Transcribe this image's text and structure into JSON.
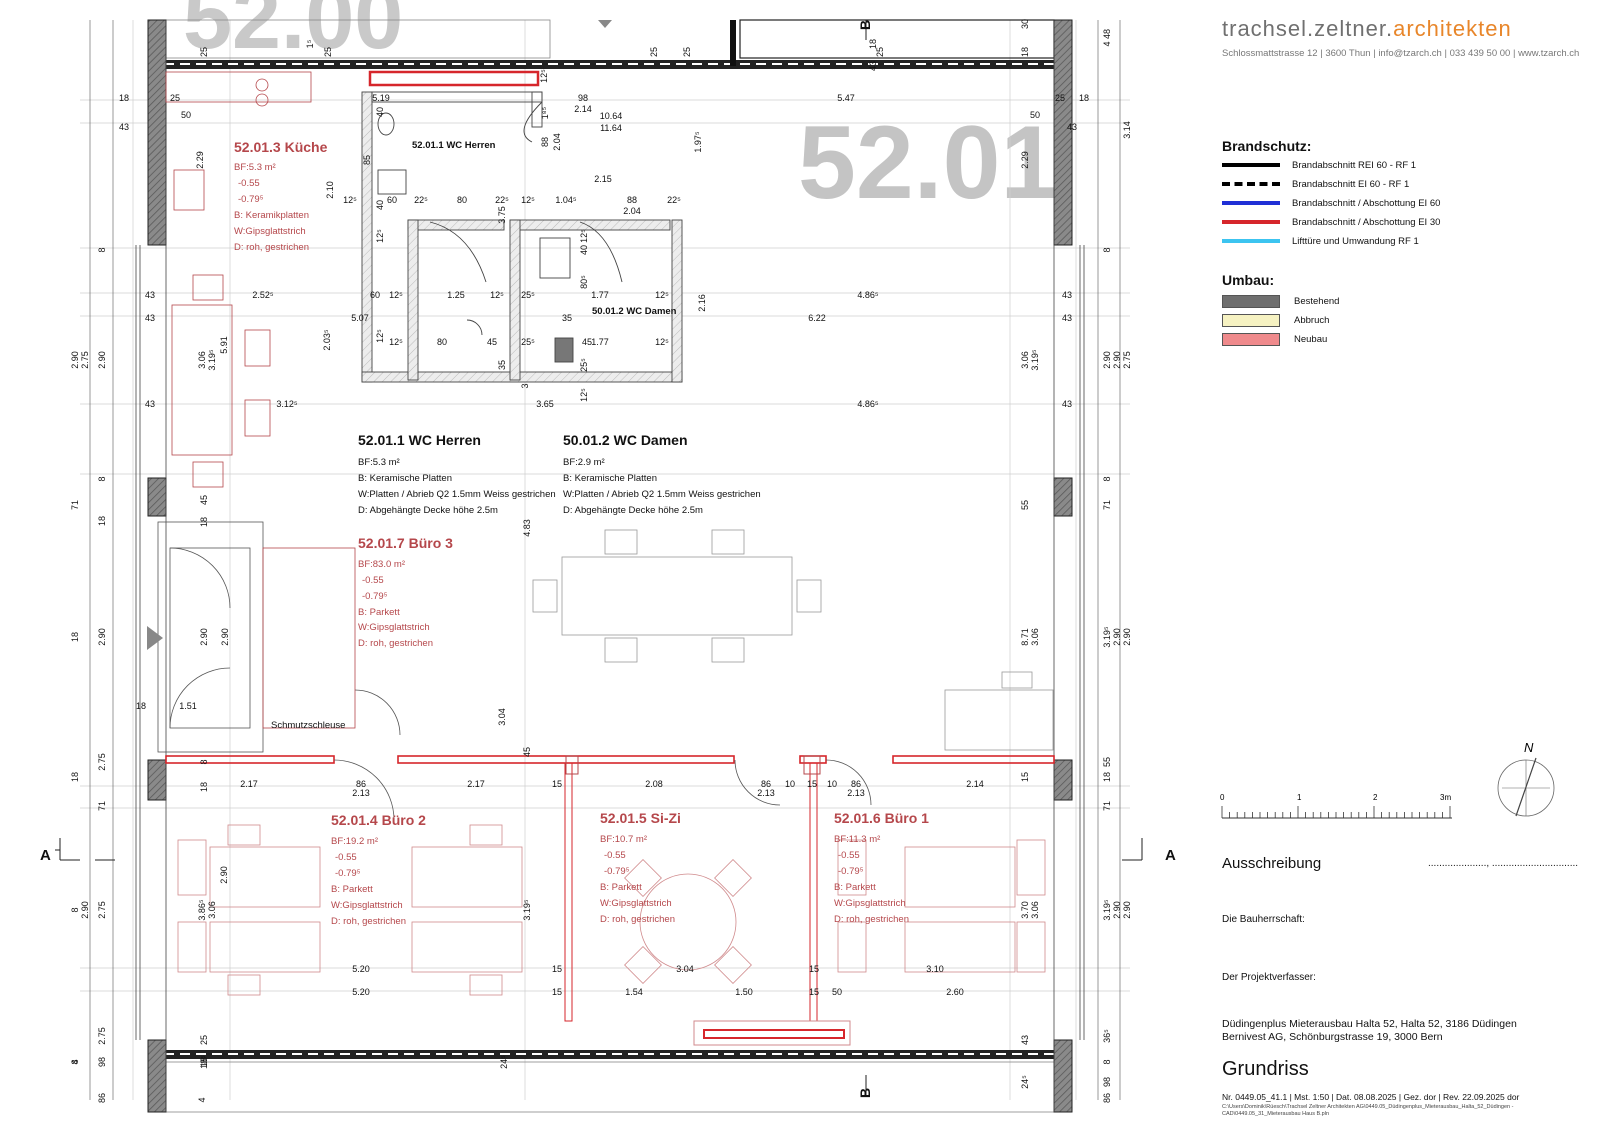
{
  "titleblock": {
    "firm_name_1": "trachsel.",
    "firm_name_2": "zeltner.",
    "firm_name_3": "architekten",
    "address": "Schlossmattstrasse 12 | 3600 Thun | info@tzarch.ch | 033 439 50 00 | www.tzarch.ch",
    "brandschutz_title": "Brandschutz:",
    "brandschutz_items": [
      {
        "label": "Brandabschnitt REI 60 - RF 1",
        "color": "#000000",
        "style": "solid"
      },
      {
        "label": "Brandabschnitt EI 60 - RF 1",
        "color": "#000000",
        "style": "dashed"
      },
      {
        "label": "Brandabschnitt / Abschottung EI 60",
        "color": "#1f2fd6",
        "style": "solid"
      },
      {
        "label": "Brandabschnitt / Abschottung EI 30",
        "color": "#d6262b",
        "style": "solid"
      },
      {
        "label": "Lifttüre und Umwandung RF 1",
        "color": "#3cc4f0",
        "style": "solid"
      }
    ],
    "umbau_title": "Umbau:",
    "umbau_items": [
      {
        "label": "Bestehend",
        "color": "#6f6f6f"
      },
      {
        "label": "Abbruch",
        "color": "#f6f2c2"
      },
      {
        "label": "Neubau",
        "color": "#ef8a8c"
      }
    ],
    "scale_labels": [
      "0",
      "1",
      "2",
      "3m"
    ],
    "north_label": "N",
    "ausschreibung": "Ausschreibung",
    "dots": "....................., ...............................",
    "bauherrschaft": "Die Bauherrschaft:",
    "projektverfasser": "Der Projektverfasser:",
    "project_line1": "Düdingenplus Mieterausbau Halta 52, Halta 52, 3186 Düdingen",
    "project_line2": "Bernivest AG, Schönburgstrasse 19, 3000 Bern",
    "plan_title": "Grundriss",
    "plan_meta": "Nr. 0449.05_41.1  |  Mst. 1:50  |  Dat. 08.08.2025  |  Gez. dor  |  Rev. 22.09.2025 dor",
    "file_path": "C:\\Users\\Dominik\\Rüesch\\Trachsel Zeltner Architekten AG\\0449.05_Düdingenplus_Mieterausbau_Halta_52_Düdingen - CAD\\0449.05_31_Mieterausbau Haus B.pln"
  },
  "plan": {
    "big_number_top": "52.00",
    "big_number": "52.01",
    "section_marks": {
      "a_left": "A",
      "a_right": "A",
      "b_top": "B",
      "b_bottom": "B"
    },
    "rooms": {
      "kueche": {
        "title": "52.01.3 Küche",
        "bf": "BF:5.3 m²",
        "h1": "-0.55",
        "h2": "-0.79⁵",
        "b": "B: Keramikplatten",
        "w": "W:Gipsglattstrich",
        "d": "D: roh, gestrichen"
      },
      "wc_herren_small": "52.01.1 WC Herren",
      "wc_damen_small": "50.01.2 WC Damen",
      "wc_herren": {
        "title": "52.01.1 WC Herren",
        "bf": "BF:5.3 m²",
        "b": "B: Keramische Platten",
        "w": "W:Platten / Abrieb Q2 1.5mm Weiss gestrichen",
        "d": "D: Abgehängte Decke höhe 2.5m"
      },
      "wc_damen": {
        "title": "50.01.2 WC Damen",
        "bf": "BF:2.9 m²",
        "b": "B: Keramische Platten",
        "w": "W:Platten / Abrieb Q2 1.5mm Weiss gestrichen",
        "d": "D: Abgehängte Decke höhe 2.5m"
      },
      "buero3": {
        "title": "52.01.7 Büro 3",
        "bf": "BF:83.0 m²",
        "h1": "-0.55",
        "h2": "-0.79⁵",
        "b": "B: Parkett",
        "w": "W:Gipsglattstrich",
        "d": "D: roh, gestrichen"
      },
      "schmutzschleuse": "Schmutzschleuse",
      "buero2": {
        "title": "52.01.4 Büro 2",
        "bf": "BF:19.2 m²",
        "h1": "-0.55",
        "h2": "-0.79⁵",
        "b": "B: Parkett",
        "w": "W:Gipsglattstrich",
        "d": "D: roh, gestrichen"
      },
      "sizi": {
        "title": "52.01.5 Si-Zi",
        "bf": "BF:10.7 m²",
        "h1": "-0.55",
        "h2": "-0.79⁵",
        "b": "B: Parkett",
        "w": "W:Gipsglattstrich",
        "d": "D: roh, gestrichen"
      },
      "buero1": {
        "title": "52.01.6 Büro 1",
        "bf": "BF:11.3 m²",
        "h1": "-0.55",
        "h2": "-0.79⁵",
        "b": "B: Parkett",
        "w": "W:Gipsglattstrich",
        "d": "D: roh, gestrichen"
      }
    },
    "dims_h": [
      {
        "t": "18"
      },
      {
        "t": "25"
      },
      {
        "t": "43"
      },
      {
        "t": "50"
      },
      {
        "t": "5.19"
      },
      {
        "t": "98"
      },
      {
        "t": "2.14"
      },
      {
        "t": "10.64"
      },
      {
        "t": "11.64"
      },
      {
        "t": "5.47"
      },
      {
        "t": "50"
      },
      {
        "t": "25"
      },
      {
        "t": "18"
      },
      {
        "t": "43"
      },
      {
        "t": "2.15"
      },
      {
        "t": "12⁵"
      },
      {
        "t": "60"
      },
      {
        "t": "22⁵"
      },
      {
        "t": "80"
      },
      {
        "t": "22⁵"
      },
      {
        "t": "12⁵"
      },
      {
        "t": "1.04⁵"
      },
      {
        "t": "88"
      },
      {
        "t": "22⁵"
      },
      {
        "t": "2.04"
      },
      {
        "t": "43"
      },
      {
        "t": "2.52⁵"
      },
      {
        "t": "60"
      },
      {
        "t": "12⁵"
      },
      {
        "t": "1.25"
      },
      {
        "t": "12⁵"
      },
      {
        "t": "25⁵"
      },
      {
        "t": "1.77"
      },
      {
        "t": "12⁵"
      },
      {
        "t": "4.86⁵"
      },
      {
        "t": "43"
      },
      {
        "t": "43"
      },
      {
        "t": "5.07"
      },
      {
        "t": "35"
      },
      {
        "t": "6.22"
      },
      {
        "t": "43"
      },
      {
        "t": "12⁵"
      },
      {
        "t": "80"
      },
      {
        "t": "45"
      },
      {
        "t": "25⁵"
      },
      {
        "t": "45"
      },
      {
        "t": "1.77"
      },
      {
        "t": "12⁵"
      },
      {
        "t": "43"
      },
      {
        "t": "3.12⁵"
      },
      {
        "t": "3.65"
      },
      {
        "t": "4.86⁵"
      },
      {
        "t": "43"
      },
      {
        "t": "18"
      },
      {
        "t": "1.51"
      },
      {
        "t": "2.17"
      },
      {
        "t": "86"
      },
      {
        "t": "2.13"
      },
      {
        "t": "2.17"
      },
      {
        "t": "15"
      },
      {
        "t": "2.08"
      },
      {
        "t": "86"
      },
      {
        "t": "2.13"
      },
      {
        "t": "10"
      },
      {
        "t": "15"
      },
      {
        "t": "10"
      },
      {
        "t": "86"
      },
      {
        "t": "2.13"
      },
      {
        "t": "2.14"
      },
      {
        "t": "5.20"
      },
      {
        "t": "15"
      },
      {
        "t": "3.04"
      },
      {
        "t": "15"
      },
      {
        "t": "3.10"
      },
      {
        "t": "5.20"
      },
      {
        "t": "15"
      },
      {
        "t": "1.54"
      },
      {
        "t": "1.50"
      },
      {
        "t": "15"
      },
      {
        "t": "50"
      },
      {
        "t": "2.60"
      }
    ],
    "dims_v": [
      {
        "t": "25"
      },
      {
        "t": "1⁵"
      },
      {
        "t": "25"
      },
      {
        "t": "12⁵"
      },
      {
        "t": "25"
      },
      {
        "t": "25"
      },
      {
        "t": "18"
      },
      {
        "t": "43"
      },
      {
        "t": "25"
      },
      {
        "t": "18"
      },
      {
        "t": "30"
      },
      {
        "t": "48"
      },
      {
        "t": "4"
      },
      {
        "t": "2.29"
      },
      {
        "t": "2.10"
      },
      {
        "t": "40"
      },
      {
        "t": "85"
      },
      {
        "t": "40"
      },
      {
        "t": "12⁵"
      },
      {
        "t": "3.75"
      },
      {
        "t": "1⁸⁵"
      },
      {
        "t": "88"
      },
      {
        "t": "2.04"
      },
      {
        "t": "1.97⁵"
      },
      {
        "t": "2.29"
      },
      {
        "t": "3.14"
      },
      {
        "t": "12⁵"
      },
      {
        "t": "40"
      },
      {
        "t": "80⁵"
      },
      {
        "t": "2.16"
      },
      {
        "t": "8"
      },
      {
        "t": "8"
      },
      {
        "t": "2.90"
      },
      {
        "t": "2.75"
      },
      {
        "t": "2.90"
      },
      {
        "t": "3.06"
      },
      {
        "t": "3.19⁵"
      },
      {
        "t": "5.91"
      },
      {
        "t": "2.03⁵"
      },
      {
        "t": "12⁵"
      },
      {
        "t": "35"
      },
      {
        "t": "3"
      },
      {
        "t": "25⁵"
      },
      {
        "t": "12⁵"
      },
      {
        "t": "3.06"
      },
      {
        "t": "3.19⁵"
      },
      {
        "t": "2.90"
      },
      {
        "t": "2.90"
      },
      {
        "t": "2.75"
      },
      {
        "t": "8"
      },
      {
        "t": "71"
      },
      {
        "t": "18"
      },
      {
        "t": "45"
      },
      {
        "t": "18"
      },
      {
        "t": "4.83"
      },
      {
        "t": "55"
      },
      {
        "t": "8"
      },
      {
        "t": "71"
      },
      {
        "t": "18"
      },
      {
        "t": "2.90"
      },
      {
        "t": "2.90"
      },
      {
        "t": "2.90"
      },
      {
        "t": "3.04"
      },
      {
        "t": "8.71"
      },
      {
        "t": "3.06"
      },
      {
        "t": "3.19⁵"
      },
      {
        "t": "2.90"
      },
      {
        "t": "2.90"
      },
      {
        "t": "2.75"
      },
      {
        "t": "18"
      },
      {
        "t": "71"
      },
      {
        "t": "8"
      },
      {
        "t": "18"
      },
      {
        "t": "45"
      },
      {
        "t": "15"
      },
      {
        "t": "55"
      },
      {
        "t": "18"
      },
      {
        "t": "71"
      },
      {
        "t": "8"
      },
      {
        "t": "2.90"
      },
      {
        "t": "2.75"
      },
      {
        "t": "2.90"
      },
      {
        "t": "3.86⁵"
      },
      {
        "t": "3.06"
      },
      {
        "t": "3.19⁵"
      },
      {
        "t": "3.70"
      },
      {
        "t": "3.06"
      },
      {
        "t": "3.19⁵"
      },
      {
        "t": "2.90"
      },
      {
        "t": "2.90"
      },
      {
        "t": "2.75"
      },
      {
        "t": "8"
      },
      {
        "t": "98"
      },
      {
        "t": "18"
      },
      {
        "t": "86"
      },
      {
        "t": "4"
      },
      {
        "t": "18⁵"
      },
      {
        "t": "25"
      },
      {
        "t": "24⁵"
      },
      {
        "t": "43"
      },
      {
        "t": "24⁵"
      },
      {
        "t": "36⁵"
      },
      {
        "t": "8"
      },
      {
        "t": "86"
      },
      {
        "t": "4"
      },
      {
        "t": "98"
      },
      {
        "t": "18"
      }
    ]
  }
}
